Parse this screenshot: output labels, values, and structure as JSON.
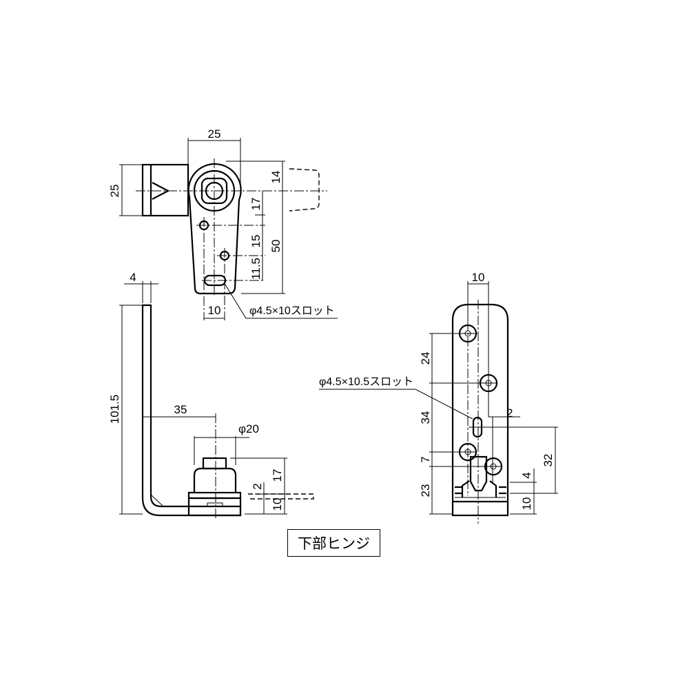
{
  "title": "下部ヒンジ",
  "top_view": {
    "dim_width": "25",
    "dim_height": "25",
    "dim_14": "14",
    "dim_17": "17",
    "dim_15": "15",
    "dim_11_5": "11.5",
    "dim_50": "50",
    "dim_10": "10",
    "slot_label": "φ4.5×10スロット"
  },
  "side_view": {
    "dim_thickness": "4",
    "dim_height": "101.5",
    "dim_35": "35",
    "dim_diameter": "φ20",
    "dim_2": "2",
    "dim_17": "17",
    "dim_10": "10"
  },
  "front_view": {
    "dim_10_top": "10",
    "dim_24": "24",
    "dim_34": "34",
    "dim_7": "7",
    "dim_23": "23",
    "dim_2": "2",
    "dim_32": "32",
    "dim_4": "4",
    "dim_10": "10",
    "slot_label": "φ4.5×10.5スロット"
  }
}
